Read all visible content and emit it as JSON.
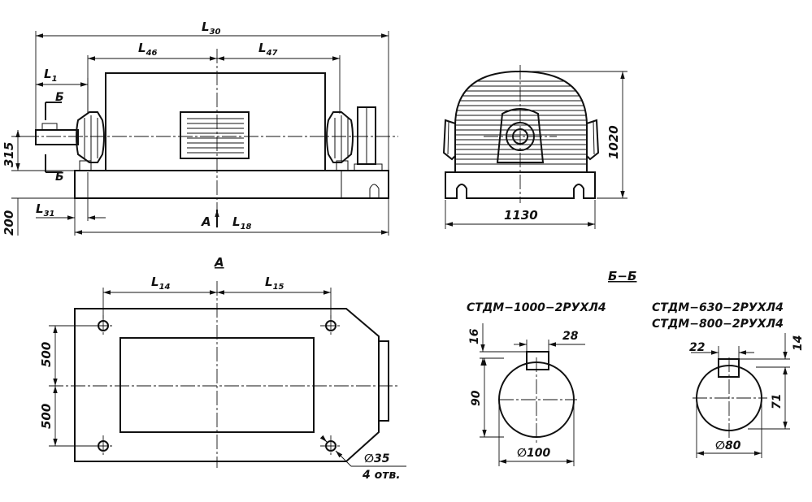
{
  "front_view": {
    "L30": "L",
    "L30_sub": "30",
    "L46": "L",
    "L46_sub": "46",
    "L47": "L",
    "L47_sub": "47",
    "L1": "L",
    "L1_sub": "1",
    "L31": "L",
    "L31_sub": "31",
    "L18": "L",
    "L18_sub": "18",
    "dim_315": "315",
    "dim_200": "200",
    "arrow_A": "А",
    "section_mark_top": "Б",
    "section_mark_bottom": "Б"
  },
  "side_view": {
    "dim_1020": "1020",
    "dim_1130": "1130"
  },
  "plan_view": {
    "title": "А",
    "L14": "L",
    "L14_sub": "14",
    "L15": "L",
    "L15_sub": "15",
    "dim_500_top": "500",
    "dim_500_bottom": "500",
    "hole_dia": "∅35",
    "hole_count": "4 отв."
  },
  "sections": {
    "title": "Б−Б",
    "left_label": "СТДМ−1000−2РУХЛ4",
    "right_label_1": "СТДМ−630−2РУХЛ4",
    "right_label_2": "СТДМ−800−2РУХЛ4",
    "left_dim_16": "16",
    "left_dim_28": "28",
    "left_dim_90": "90",
    "left_dim_dia": "∅100",
    "right_dim_22": "22",
    "right_dim_14": "14",
    "right_dim_71": "71",
    "right_dim_dia": "∅80"
  }
}
